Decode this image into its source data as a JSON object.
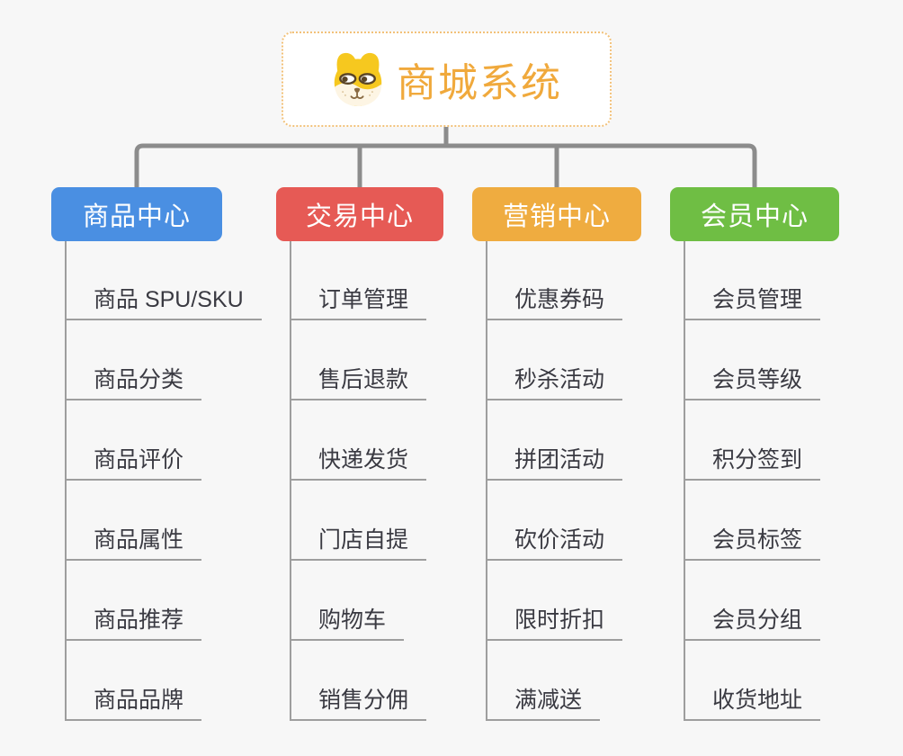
{
  "root": {
    "title": "商城系统",
    "icon": "dog-face-icon",
    "title_color": "#F0A93C",
    "border_color": "#F2C179"
  },
  "branches": [
    {
      "label": "商品中心",
      "color": "#4A8FE2",
      "children": [
        "商品 SPU/SKU",
        "商品分类",
        "商品评价",
        "商品属性",
        "商品推荐",
        "商品品牌"
      ]
    },
    {
      "label": "交易中心",
      "color": "#E65A55",
      "children": [
        "订单管理",
        "售后退款",
        "快递发货",
        "门店自提",
        "购物车",
        "销售分佣"
      ]
    },
    {
      "label": "营销中心",
      "color": "#EFAC40",
      "children": [
        "优惠券码",
        "秒杀活动",
        "拼团活动",
        "砍价活动",
        "限时折扣",
        "满减送"
      ]
    },
    {
      "label": "会员中心",
      "color": "#6FBE44",
      "children": [
        "会员管理",
        "会员等级",
        "积分签到",
        "会员标签",
        "会员分组",
        "收货地址"
      ]
    }
  ],
  "line_colors": {
    "trunk": "#8C8C8C",
    "leaf": "#9E9E9E"
  }
}
